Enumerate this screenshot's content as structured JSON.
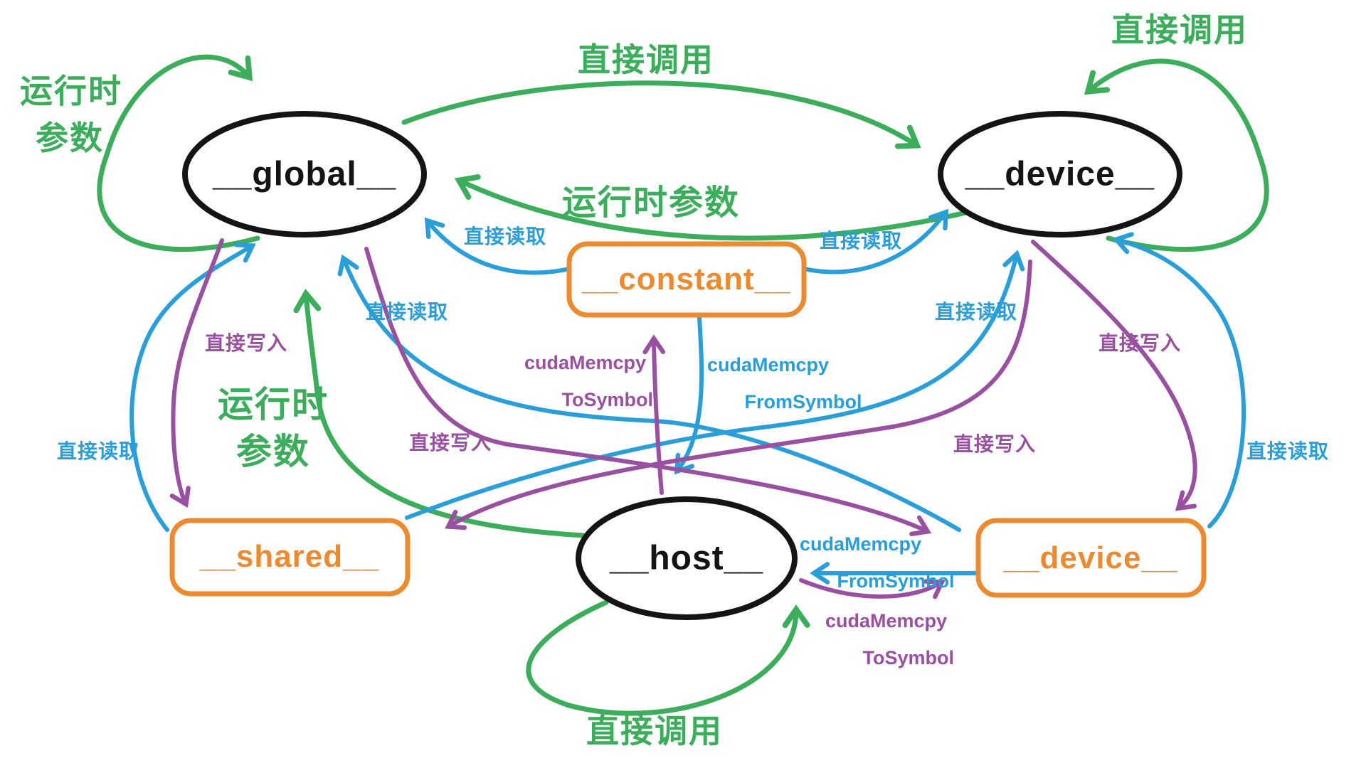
{
  "diagram": {
    "colors": {
      "call_green": "#3bad5b",
      "read_blue": "#299ed8",
      "write_purple": "#9a50a0",
      "node_orange": "#ec8a2f",
      "node_black": "#141414",
      "background": "#ffffff"
    },
    "nodes": {
      "global_fn": {
        "label": "__global__",
        "shape": "ellipse",
        "color": "#141414"
      },
      "device_fn": {
        "label": "__device__",
        "shape": "ellipse",
        "color": "#141414"
      },
      "host_fn": {
        "label": "__host__",
        "shape": "ellipse",
        "color": "#141414"
      },
      "constant_var": {
        "label": "__constant__",
        "shape": "rounded-rect",
        "color": "#ec8a2f"
      },
      "shared_var": {
        "label": "__shared__",
        "shape": "rounded-rect",
        "color": "#ec8a2f"
      },
      "device_var": {
        "label": "__device__",
        "shape": "rounded-rect",
        "color": "#ec8a2f"
      }
    },
    "edge_labels": {
      "global_self_line1": "运行时",
      "global_self_line2": "参数",
      "direct_call_top": "直接调用",
      "runtime_params_mid": "运行时参数",
      "direct_call_device_self": "直接调用",
      "host_to_global_line1": "运行时",
      "host_to_global_line2": "参数",
      "direct_call_host_self": "直接调用",
      "read_const_to_global": "直接读取",
      "read_const_to_device": "直接读取",
      "read_devvar_to_global": "直接读取",
      "read_shared_to_device": "直接读取",
      "read_shared_to_global": "直接读取",
      "read_devvar_to_device": "直接读取",
      "write_global_to_shared": "直接写入",
      "write_global_to_devvar": "直接写入",
      "write_device_to_devvar": "直接写入",
      "write_device_to_shared": "直接写入",
      "to_symbol_mid_line1": "cudaMemcpy",
      "to_symbol_mid_line2": "ToSymbol",
      "from_symbol_mid_line1": "cudaMemcpy",
      "from_symbol_mid_line2": "FromSymbol",
      "from_symbol_right_line1": "cudaMemcpy",
      "from_symbol_right_line2": "FromSymbol",
      "to_symbol_right_line1": "cudaMemcpy",
      "to_symbol_right_line2": "ToSymbol"
    },
    "edges": [
      {
        "from": "__global__",
        "to": "__global__",
        "label": "运行时参数",
        "color": "green"
      },
      {
        "from": "__global__",
        "to": "__device__",
        "label": "直接调用",
        "color": "green"
      },
      {
        "from": "__device__",
        "to": "__global__",
        "label": "运行时参数",
        "color": "green"
      },
      {
        "from": "__device__",
        "to": "__device__",
        "label": "直接调用",
        "color": "green"
      },
      {
        "from": "__host__",
        "to": "__global__",
        "label": "运行时参数",
        "color": "green"
      },
      {
        "from": "__host__",
        "to": "__host__",
        "label": "直接调用",
        "color": "green"
      },
      {
        "from": "__constant__",
        "to": "__global__",
        "label": "直接读取",
        "color": "blue"
      },
      {
        "from": "__constant__",
        "to": "__device__",
        "label": "直接读取",
        "color": "blue"
      },
      {
        "from": "__shared__",
        "to": "__global__",
        "label": "直接读取",
        "color": "blue"
      },
      {
        "from": "__shared__",
        "to": "__device__",
        "label": "直接读取",
        "color": "blue"
      },
      {
        "from": "__device__(var)",
        "to": "__global__",
        "label": "直接读取",
        "color": "blue"
      },
      {
        "from": "__device__(var)",
        "to": "__device__",
        "label": "直接读取",
        "color": "blue"
      },
      {
        "from": "__global__",
        "to": "__shared__",
        "label": "直接写入",
        "color": "purple"
      },
      {
        "from": "__global__",
        "to": "__device__(var)",
        "label": "直接写入",
        "color": "purple"
      },
      {
        "from": "__device__",
        "to": "__shared__",
        "label": "直接写入",
        "color": "purple"
      },
      {
        "from": "__device__",
        "to": "__device__(var)",
        "label": "直接写入",
        "color": "purple"
      },
      {
        "from": "__host__",
        "to": "__constant__",
        "label": "cudaMemcpyToSymbol",
        "color": "purple"
      },
      {
        "from": "__constant__",
        "to": "__host__",
        "label": "cudaMemcpyFromSymbol",
        "color": "blue"
      },
      {
        "from": "__host__",
        "to": "__device__(var)",
        "label": "cudaMemcpyToSymbol",
        "color": "purple"
      },
      {
        "from": "__device__(var)",
        "to": "__host__",
        "label": "cudaMemcpyFromSymbol",
        "color": "blue"
      }
    ]
  }
}
